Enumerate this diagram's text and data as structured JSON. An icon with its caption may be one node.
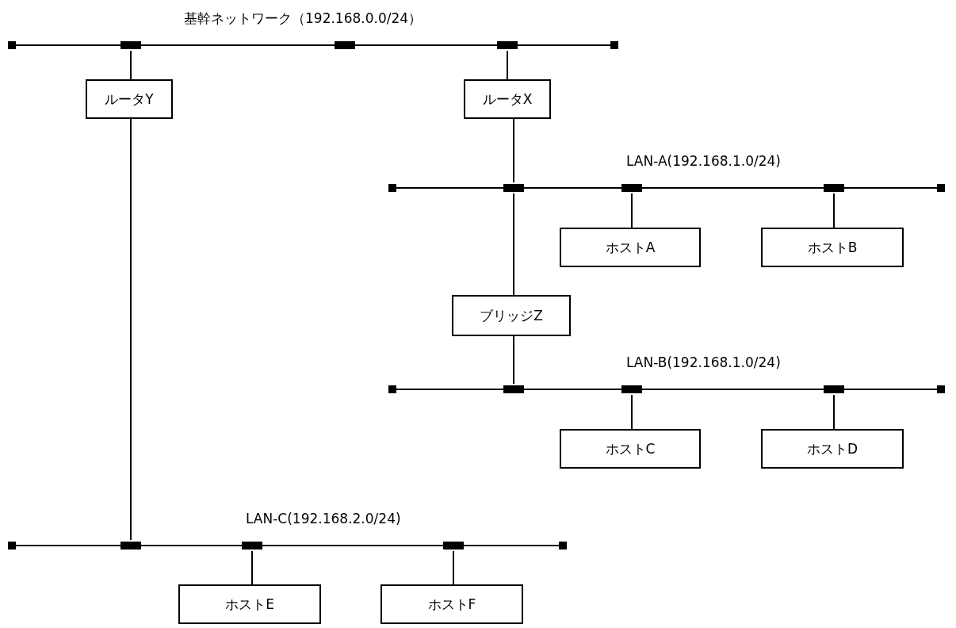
{
  "diagram": {
    "nodes": [
      {
        "text": [
          "基幹ネットワーク（192.168.0.0/24）"
        ]
      },
      {
        "text": [
          "ルータY"
        ]
      },
      {
        "text": [
          "ルータX"
        ]
      },
      {
        "text": [
          "LAN-A(192.168.1.0/24)"
        ]
      },
      {
        "text": [
          "ホストA"
        ]
      },
      {
        "text": [
          "ホストB"
        ]
      },
      {
        "text": [
          "ブリッジZ"
        ]
      },
      {
        "text": [
          "LAN-B(192.168.1.0/24)"
        ]
      },
      {
        "text": [
          "ホストC"
        ]
      },
      {
        "text": [
          "ホストD"
        ]
      },
      {
        "text": [
          "LAN-C(192.168.2.0/24)"
        ]
      },
      {
        "text": [
          "ホストE"
        ]
      },
      {
        "text": [
          "ホストF"
        ]
      }
    ],
    "edges": [
      {
        "from": 0,
        "to": 1,
        "arrow": "none"
      },
      {
        "from": 0,
        "to": 2,
        "arrow": "none"
      },
      {
        "from": 2,
        "to": 3,
        "arrow": "none"
      },
      {
        "from": 3,
        "to": 4,
        "arrow": "none"
      },
      {
        "from": 3,
        "to": 5,
        "arrow": "none"
      },
      {
        "from": 3,
        "to": 6,
        "arrow": "none"
      },
      {
        "from": 6,
        "to": 7,
        "arrow": "none"
      },
      {
        "from": 7,
        "to": 8,
        "arrow": "none"
      },
      {
        "from": 7,
        "to": 9,
        "arrow": "none"
      },
      {
        "from": 1,
        "to": 10,
        "arrow": "none"
      },
      {
        "from": 10,
        "to": 11,
        "arrow": "none"
      },
      {
        "from": 10,
        "to": 12,
        "arrow": "none"
      }
    ]
  }
}
